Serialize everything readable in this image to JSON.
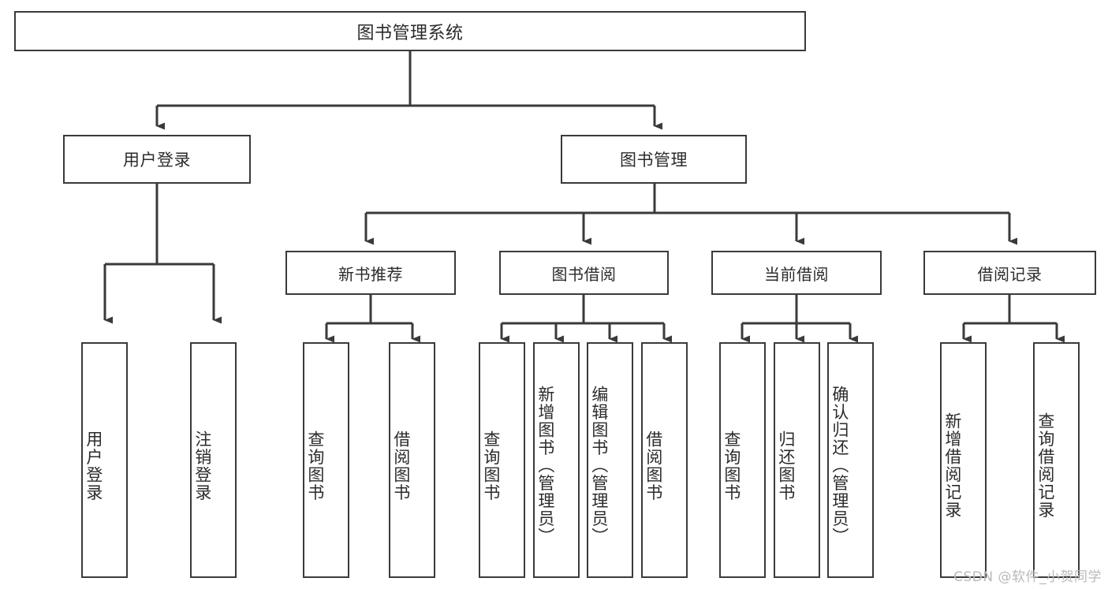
{
  "diagram": {
    "title": "图书管理系统",
    "type": "tree-hierarchy-diagram",
    "colors": {
      "stroke": "#3a3a3a",
      "text": "#2b2b2b",
      "background": "#ffffff",
      "watermark": "#b9b9b9"
    },
    "root": {
      "label": "图书管理系统"
    },
    "level1": [
      {
        "label": "用户登录"
      },
      {
        "label": "图书管理"
      }
    ],
    "level2": [
      {
        "label": "新书推荐"
      },
      {
        "label": "图书借阅"
      },
      {
        "label": "当前借阅"
      },
      {
        "label": "借阅记录"
      }
    ],
    "leaves": {
      "user_login": [
        {
          "label": "用户登录"
        },
        {
          "label": "注销登录"
        }
      ],
      "new_book_recommend": [
        {
          "label": "查询图书"
        },
        {
          "label": "借阅图书"
        }
      ],
      "book_borrow": [
        {
          "label": "查询图书"
        },
        {
          "label": "新增图书（管理员）"
        },
        {
          "label": "编辑图书（管理员）"
        },
        {
          "label": "借阅图书"
        }
      ],
      "current_borrow": [
        {
          "label": "查询图书"
        },
        {
          "label": "归还图书"
        },
        {
          "label": "确认归还（管理员）"
        }
      ],
      "borrow_record": [
        {
          "label": "新增借阅记录"
        },
        {
          "label": "查询借阅记录"
        }
      ]
    }
  },
  "watermark": {
    "text": "CSDN @软件_小贺同学"
  }
}
